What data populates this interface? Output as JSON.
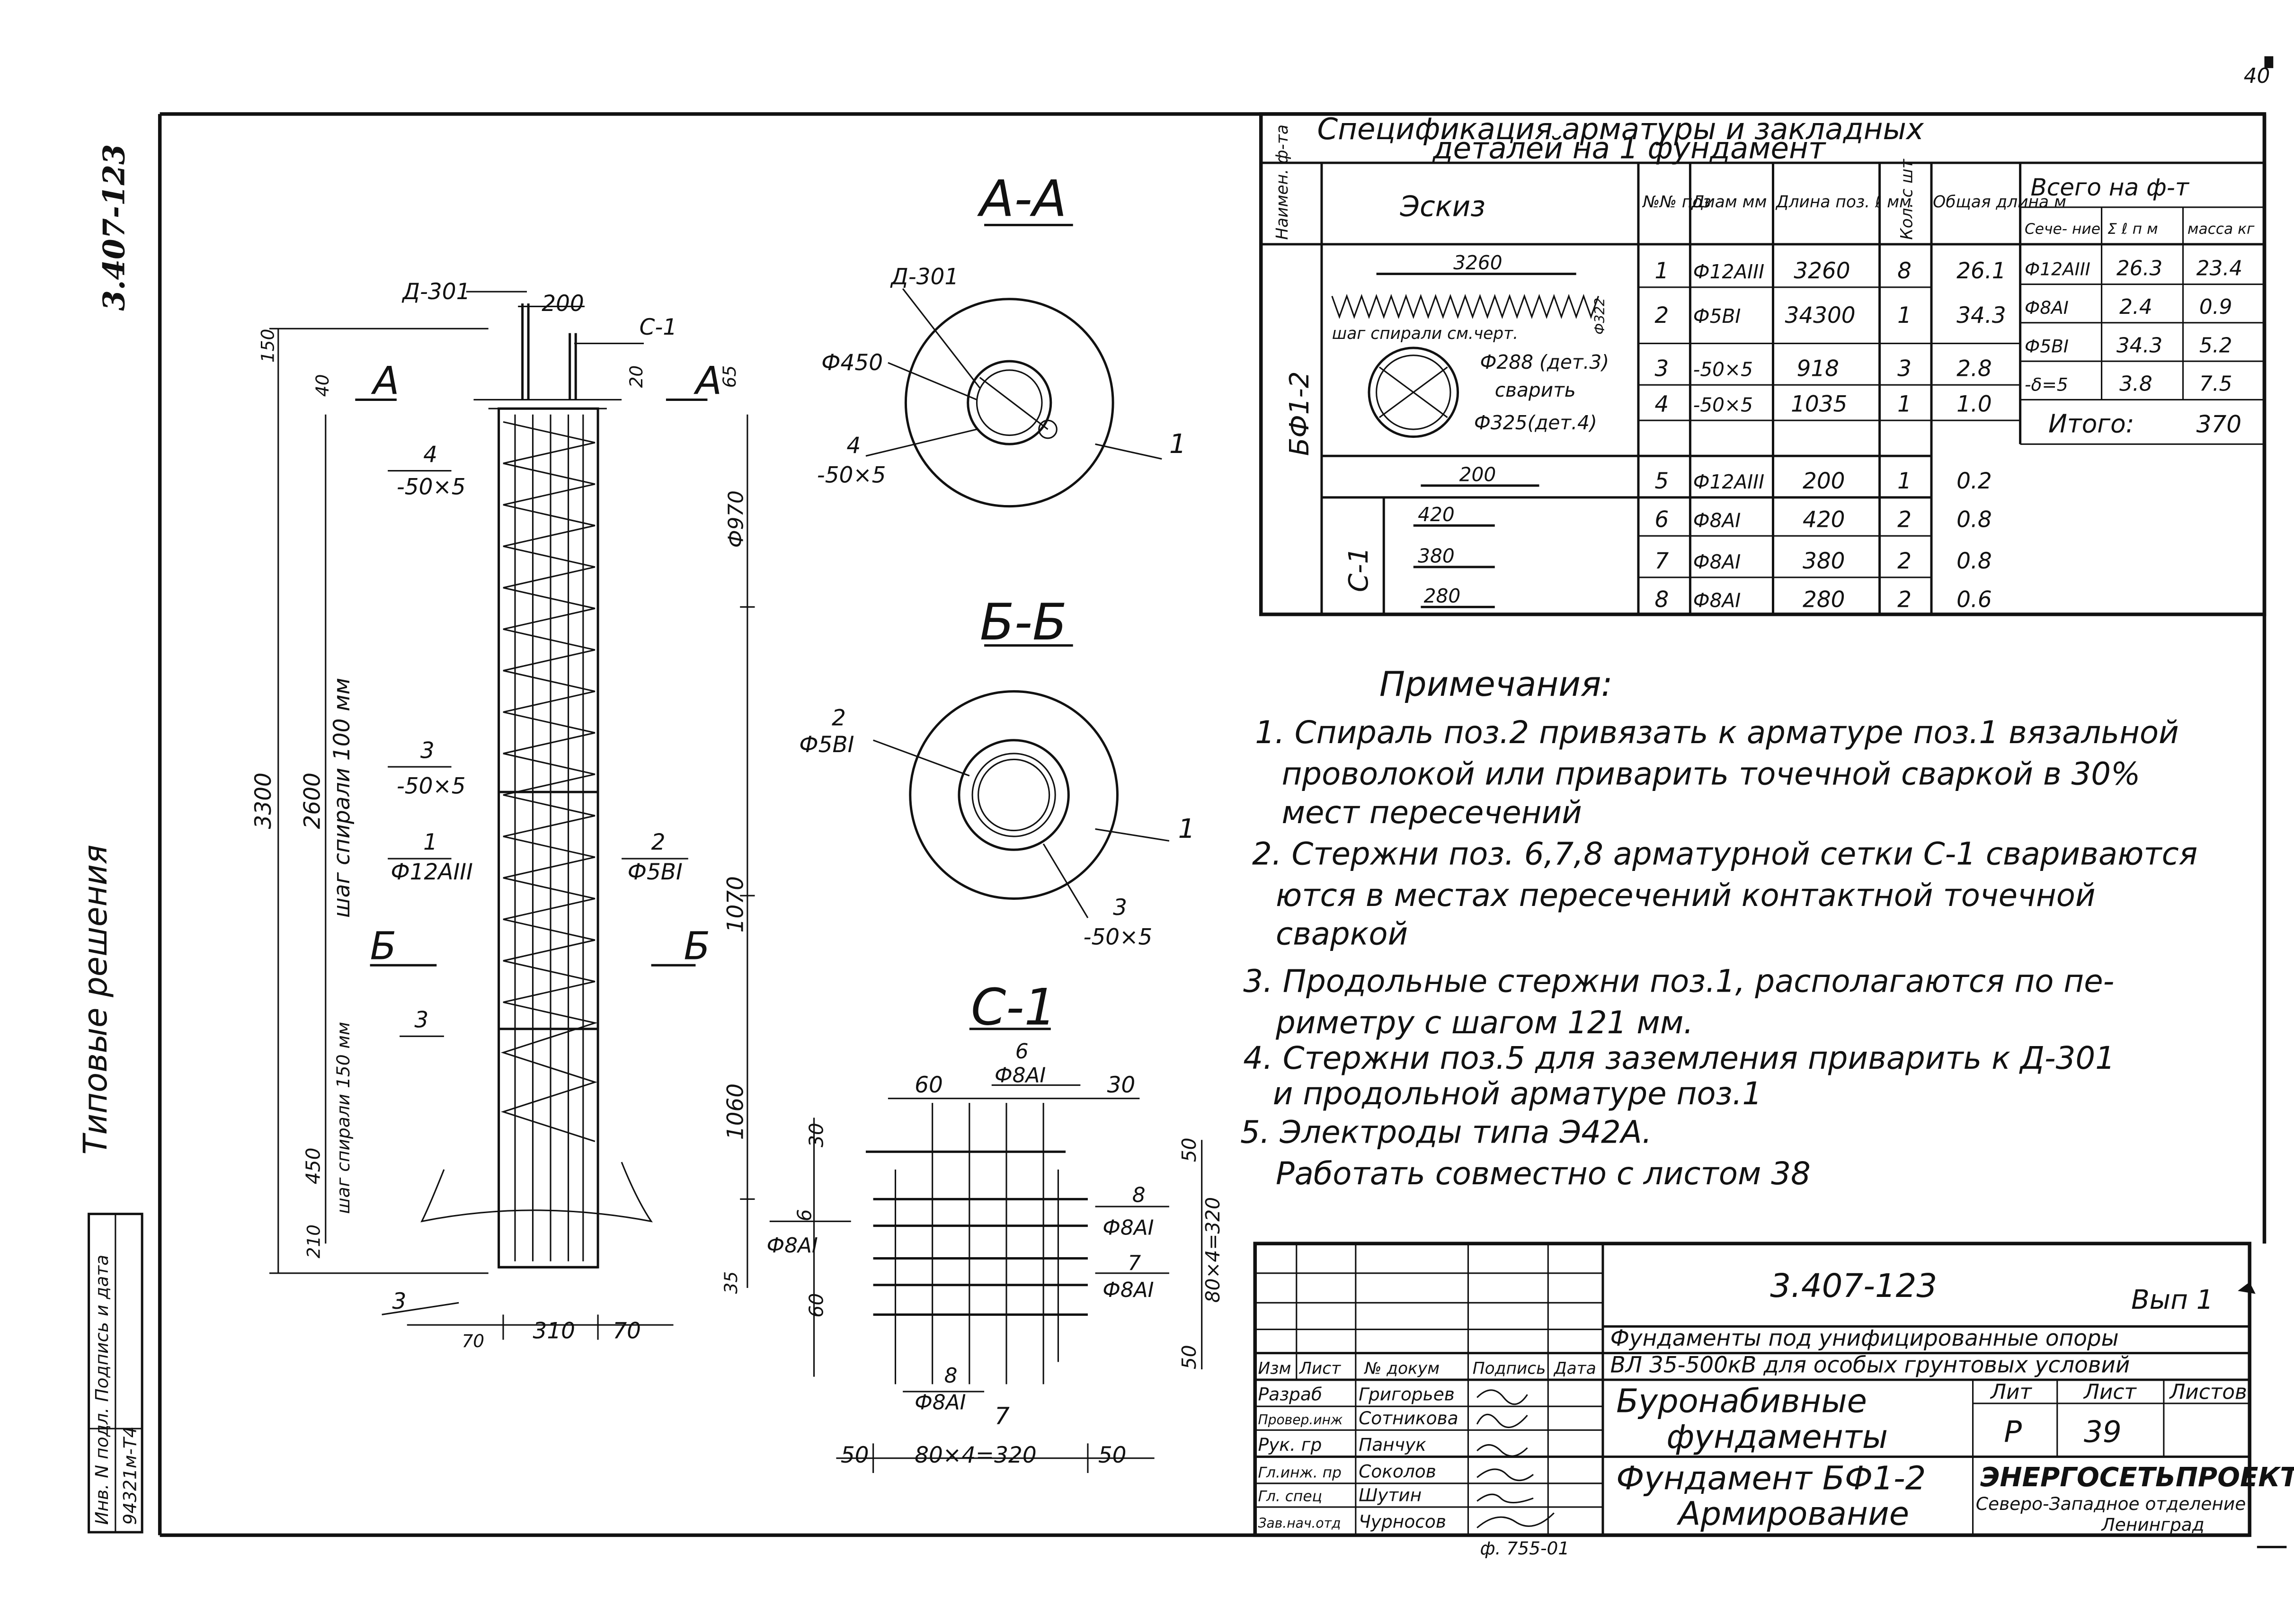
{
  "sheet": {
    "page_mark": "40",
    "doc_number_vertical": "3.407-123",
    "side_title": "Типовые решения",
    "inv_box": {
      "label": "Инв. N подл. Подпись и дата",
      "value": "94321м-Т4"
    }
  },
  "colors": {
    "ink": "#111111",
    "paper": "#ffffff"
  },
  "main_view": {
    "labels": {
      "d301": "Д-301",
      "c1": "С-1",
      "dim_200": "200",
      "dim_150": "150",
      "dim_40": "40",
      "dim_20": "20",
      "dim_65": "65",
      "sec_a_left": "А",
      "sec_a_right": "А",
      "callout4_top": "4",
      "callout4_bot": "-50×5",
      "dia970": "Ф970",
      "dim_3300": "3300",
      "dim_2600": "2600",
      "spiral_pitch": "шаг спирали 100 мм",
      "callout3_top": "3",
      "callout3_bot": "-50×5",
      "callout1_top": "1",
      "callout1_bot": "Ф12АIII",
      "callout2_top": "2",
      "callout2_bot": "Ф5ВI",
      "dim_1070": "1070",
      "sec_b_left": "Б",
      "sec_b_right": "Б",
      "mark3_mid": "3",
      "dim_450": "450",
      "spiral_pitch2": "шаг спирали 150 мм",
      "dim_1060": "1060",
      "dim_210": "210",
      "dim_35": "35",
      "mark3_bottom": "3",
      "dim_310": "310",
      "dim_70": "70",
      "dim_70l": "70"
    }
  },
  "section_aa": {
    "title": "А-А",
    "d301": "Д-301",
    "dia450": "Ф450",
    "callout4_top": "4",
    "callout4_bot": "-50×5",
    "mark1": "1"
  },
  "section_bb": {
    "title": "Б-Б",
    "callout2_top": "2",
    "callout2_bot": "Ф5ВI",
    "mark1": "1",
    "callout3_top": "3",
    "callout3_bot": "-50×5"
  },
  "mesh_c1": {
    "title": "С-1",
    "top_bar_top": "6",
    "top_bar_bot": "Ф8АI",
    "dim_60": "60",
    "dim_30": "30",
    "dim_30v": "30",
    "dim_50v": "50",
    "left_bar_top": "6",
    "left_bar_bot": "Ф8АI",
    "right8_top": "8",
    "right8_bot": "Ф8АI",
    "right7_top": "7",
    "right7_bot": "Ф8АI",
    "dim_80x4": "80×4=320",
    "dim_60v": "60",
    "dim_50v2": "50",
    "bottom8_top": "8",
    "bottom8_bot": "Ф8АI",
    "mark7": "7",
    "dim_50a": "50",
    "dim_bottom": "80×4=320",
    "dim_50b": "50"
  },
  "spec": {
    "title_line1": "Спецификация арматуры и закладных",
    "title_line2": "деталей на 1 фундамент",
    "headers": {
      "name": "Наимен. ф-та",
      "sketch": "Эскиз",
      "pos": "№№ поз",
      "diam": "Диам мм",
      "length": "Длина поз. ℓ мм",
      "qty": "Кол. с шт",
      "total": "Общая длина м",
      "all": "Всего на ф-т",
      "sect": "Сече- ние",
      "sum": "Σ ℓ п м",
      "mass": "масса кг"
    },
    "group1": "БФ1-2",
    "group2": "С-1",
    "sketch_labels": {
      "len3260": "3260",
      "spiral": "шаг спирали см.черт.",
      "phi": "Ф322",
      "d288": "Ф288 (дет.3)",
      "weld": "сварить",
      "d325": "Ф325(дет.4)",
      "len200": "200",
      "len420": "420",
      "len380": "380",
      "len280": "280"
    },
    "rows": [
      {
        "pos": "1",
        "diam": "Ф12АIII",
        "len": "3260",
        "qty": "8",
        "total": "26.1"
      },
      {
        "pos": "2",
        "diam": "Ф5ВI",
        "len": "34300",
        "qty": "1",
        "total": "34.3"
      },
      {
        "pos": "3",
        "diam": "-50×5",
        "len": "918",
        "qty": "3",
        "total": "2.8"
      },
      {
        "pos": "4",
        "diam": "-50×5",
        "len": "1035",
        "qty": "1",
        "total": "1.0"
      },
      {
        "pos": "5",
        "diam": "Ф12АIII",
        "len": "200",
        "qty": "1",
        "total": "0.2"
      },
      {
        "pos": "6",
        "diam": "Ф8АI",
        "len": "420",
        "qty": "2",
        "total": "0.8"
      },
      {
        "pos": "7",
        "diam": "Ф8АI",
        "len": "380",
        "qty": "2",
        "total": "0.8"
      },
      {
        "pos": "8",
        "diam": "Ф8АI",
        "len": "280",
        "qty": "2",
        "total": "0.6"
      }
    ],
    "totals": [
      {
        "sect": "Ф12АIII",
        "sum": "26.3",
        "mass": "23.4"
      },
      {
        "sect": "Ф8АI",
        "sum": "2.4",
        "mass": "0.9"
      },
      {
        "sect": "Ф5ВI",
        "sum": "34.3",
        "mass": "5.2"
      },
      {
        "sect": "-δ=5",
        "sum": "3.8",
        "mass": "7.5"
      }
    ],
    "itogo_label": "Итого:",
    "itogo_value": "370"
  },
  "notes": {
    "title": "Примечания:",
    "lines": [
      "1. Спираль поз.2 привязать к арматуре поз.1 вязальной",
      "проволокой или приварить точечной сваркой в 30%",
      "мест пересечений",
      "2. Стержни поз. 6,7,8 арматурной сетки С-1 свариваются",
      "ются в местах пересечений контактной точечной",
      "сваркой",
      "3. Продольные стержни поз.1, располагаются по пе-",
      "риметру с шагом 121 мм.",
      "4. Стержни поз.5 для заземления приварить к Д-301",
      "и продольной арматуре поз.1",
      "5. Электроды типа Э42А.",
      "Работать совместно с листом 38"
    ]
  },
  "title_block": {
    "doc_number": "3.407-123",
    "issue": "Вып 1",
    "description_1": "Фундаменты под унифицированные опоры",
    "description_2": "ВЛ 35-500кВ для особых грунтовых условий",
    "cols": {
      "izm": "Изм",
      "list": "Лист",
      "doc": "№ докум",
      "sign": "Подпись",
      "date": "Дата"
    },
    "people": [
      {
        "role": "Разраб",
        "name": "Григорьев"
      },
      {
        "role": "Провер.инж",
        "name": "Сотникова"
      },
      {
        "role": "Рук. гр",
        "name": "Панчук"
      },
      {
        "role": "Гл.инж. пр",
        "name": "Соколов"
      },
      {
        "role": "Гл. спец",
        "name": "Шутин"
      },
      {
        "role": "Зав.нач.отд",
        "name": "Чурносов"
      }
    ],
    "section_name_1": "Буронабивные",
    "section_name_2": "фундаменты",
    "sheet_name_1": "Фундамент БФ1-2",
    "sheet_name_2": "Армирование",
    "lit_label": "Лит",
    "sheet_label": "Лист",
    "sheets_label": "Листов",
    "lit_value": "Р",
    "sheet_value": "39",
    "org_1": "ЭНЕРГОСЕТЬПРОЕКТ",
    "org_2": "Северо-Западное отделение",
    "org_3": "Ленинград",
    "format_note": "ф. 755-01"
  }
}
